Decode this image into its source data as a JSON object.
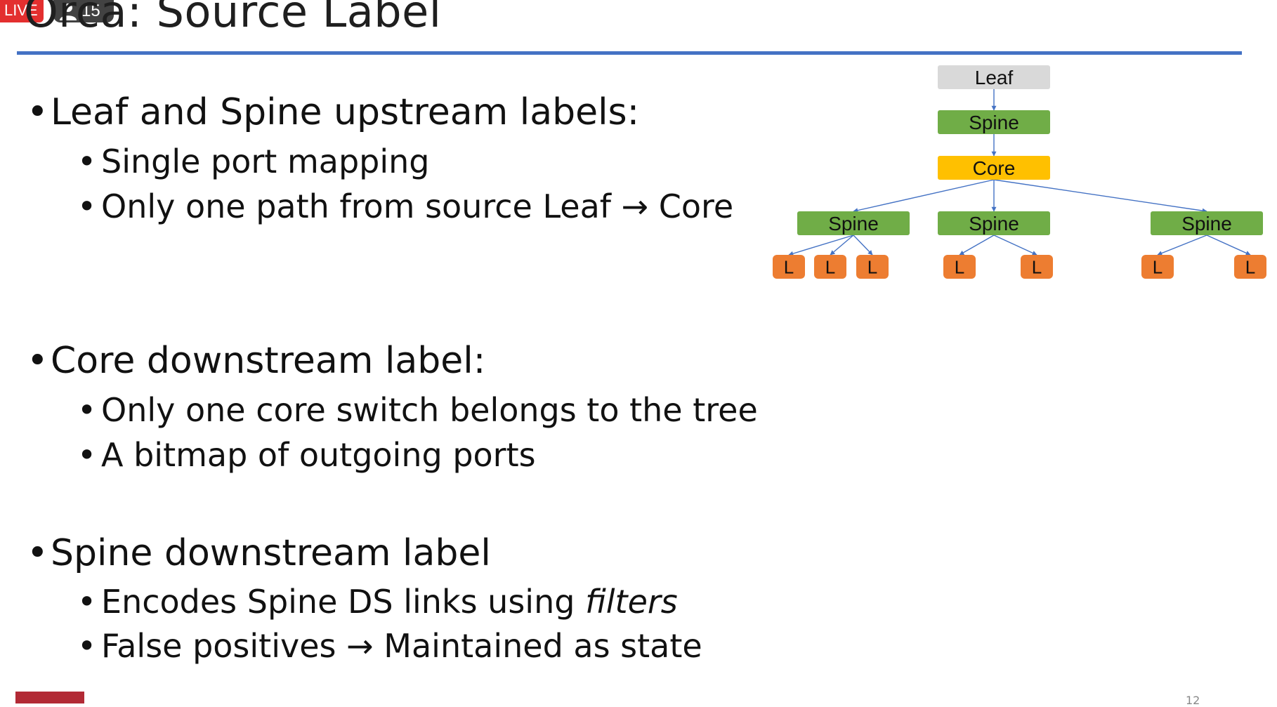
{
  "overlay": {
    "live_label": "LIVE",
    "viewer_count": "15"
  },
  "slide": {
    "title": "Orca: Source Label",
    "page_number": "12",
    "accent_color": "#4472c4",
    "sections": [
      {
        "heading": "Leaf and Spine upstream labels:",
        "items": [
          {
            "text": "Single port mapping"
          },
          {
            "text_a": "Only one path from source Leaf",
            "arrow": "→",
            "text_b": "Core"
          }
        ]
      },
      {
        "heading": "Core downstream label:",
        "items": [
          {
            "text": "Only one core switch belongs to the tree"
          },
          {
            "text": "A bitmap of outgoing ports"
          }
        ]
      },
      {
        "heading": "Spine downstream label",
        "items": [
          {
            "text_a": "Encodes Spine DS links using",
            "italic": "filters"
          },
          {
            "text_a": "False positives",
            "arrow": "→",
            "text_b": "Maintained as state"
          }
        ]
      }
    ]
  },
  "diagram": {
    "colors": {
      "leaf": "#d9d9d9",
      "spine": "#70ad47",
      "core": "#ffc000",
      "l": "#ed7d31",
      "edge": "#4472c4"
    },
    "leaf_label": "Leaf",
    "upstream_spine_label": "Spine",
    "core_label": "Core",
    "downstream_spines": [
      {
        "label": "Spine",
        "children": [
          "L",
          "L",
          "L"
        ]
      },
      {
        "label": "Spine",
        "children": [
          "L",
          "L"
        ]
      },
      {
        "label": "Spine",
        "children": [
          "L",
          "L"
        ]
      }
    ]
  }
}
